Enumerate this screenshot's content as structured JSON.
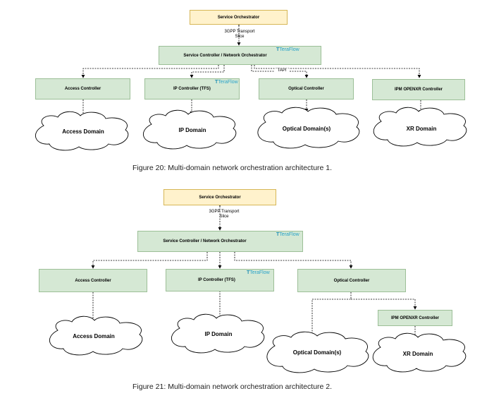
{
  "fig1": {
    "service_orchestrator": "Service Orchestrator",
    "slice_label_line1": "3GPP Transport",
    "slice_label_line2": "Slice",
    "sc_no": "Service Controller /  Network Orchestrator",
    "teraflow_logo": "TeraFlow",
    "tapi_label": "TAPI",
    "access_controller": "Access Controller",
    "ip_controller": "IP Controller (TFS)",
    "optical_controller": "Optical Controller",
    "ipm_controller": "IPM OPENXR Controller",
    "access_domain": "Access Domain",
    "ip_domain": "IP Domain",
    "optical_domain": "Optical Domain(s)",
    "xr_domain": "XR Domain",
    "caption": "Figure 20: Multi-domain network orchestration architecture 1."
  },
  "fig2": {
    "service_orchestrator": "Service Orchestrator",
    "slice_label_line1": "3GPP Transport",
    "slice_label_line2": "Slice",
    "sc_no": "Service Controller /  Network Orchestrator",
    "teraflow_logo": "TeraFlow",
    "access_controller": "Access Controller",
    "ip_controller": "IP Controller (TFS)",
    "optical_controller": "Optical Controller",
    "ipm_controller": "IPM OPENXR Controller",
    "access_domain": "Access Domain",
    "ip_domain": "IP Domain",
    "optical_domain": "Optical Domain(s)",
    "xr_domain": "XR Domain",
    "caption": "Figure 21: Multi-domain network orchestration architecture 2."
  },
  "colors": {
    "orchestrator_fill": "#fff2cc",
    "controller_fill": "#d5e8d4",
    "teraflow_accent": "#29a3c9"
  }
}
